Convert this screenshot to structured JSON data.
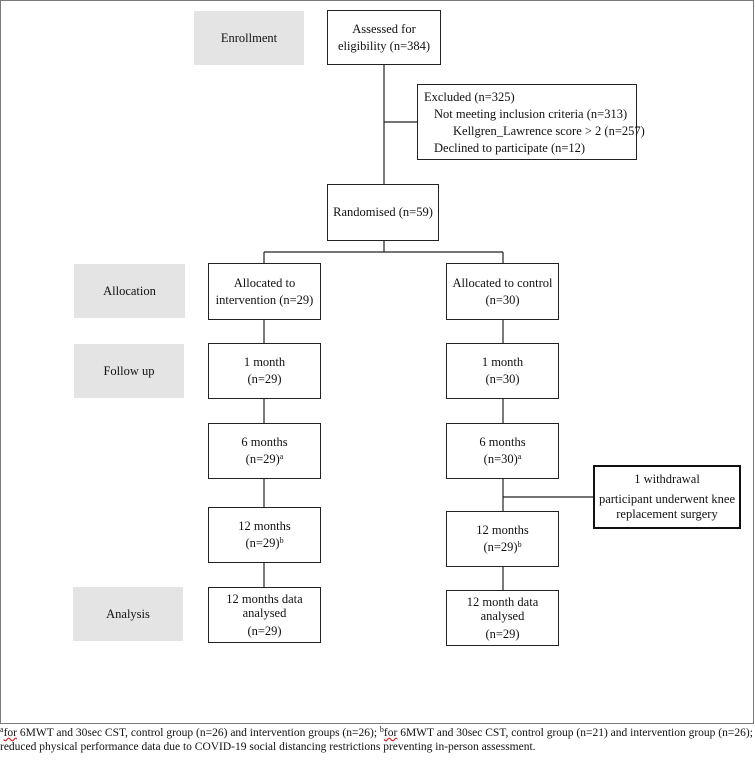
{
  "stages": {
    "enrollment": "Enrollment",
    "allocation": "Allocation",
    "follow_up": "Follow up",
    "analysis": "Analysis"
  },
  "assessed": {
    "line1": "Assessed for",
    "line2": "eligibility (n=384)"
  },
  "excluded": {
    "line1": "Excluded (n=325)",
    "line2": "Not meeting inclusion criteria (n=313)",
    "line3": "Kellgren_Lawrence score > 2 (n=257)",
    "line4": "Declined to participate (n=12)"
  },
  "randomised": "Randomised (n=59)",
  "intervention": {
    "allocated": {
      "line1": "Allocated to",
      "line2": "intervention (n=29)"
    },
    "month1": {
      "line1": "1 month",
      "line2": "(n=29)"
    },
    "month6": {
      "line1": "6 months",
      "line2": "(n=29)",
      "sup": "a"
    },
    "month12": {
      "line1": "12 months",
      "line2": "(n=29)",
      "sup": "b"
    },
    "analysis": {
      "line1": "12 months data",
      "line2": "analysed",
      "line3": "(n=29)"
    }
  },
  "control": {
    "allocated": {
      "line1": "Allocated to control",
      "line2": "(n=30)"
    },
    "month1": {
      "line1": "1 month",
      "line2": "(n=30)"
    },
    "month6": {
      "line1": "6 months",
      "line2": "(n=30)",
      "sup": "a"
    },
    "month12": {
      "line1": "12 months",
      "line2": "(n=29)",
      "sup": "b"
    },
    "analysis": {
      "line1": "12 month data",
      "line2": "analysed",
      "line3": "(n=29)"
    }
  },
  "withdrawal": {
    "line1": "1 withdrawal",
    "line2": "participant underwent knee",
    "line3": "replacement surgery"
  },
  "footnote": {
    "sup_a": "a",
    "part1_word": "for",
    "part1_rest": " 6MWT and 30sec CST, control group (n=26) and intervention groups (n=26); ",
    "sup_b": "b",
    "part2_word": "for",
    "part2_rest": " 6MWT and 30sec CST, control group (n=21) and intervention group (n=26); reduced physical performance data due to COVID-19 social distancing restrictions preventing in-person assessment."
  }
}
